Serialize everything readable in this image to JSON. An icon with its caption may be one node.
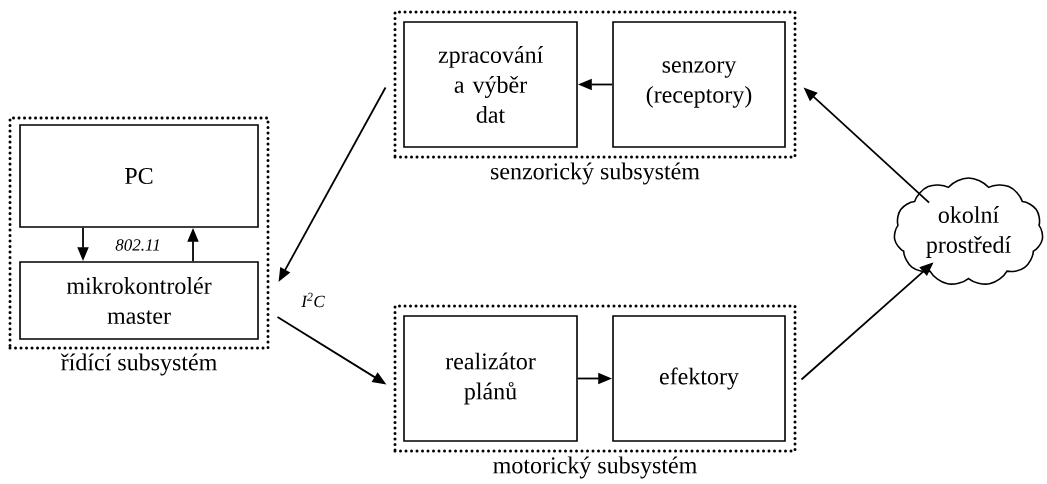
{
  "diagram": {
    "nodes": [
      {
        "text": [
          "řídící subsystém"
        ]
      },
      {
        "text": [
          "PC"
        ],
        "in": 0
      },
      {
        "text": [
          "mikrokontrolér master"
        ],
        "in": 0
      },
      {
        "text": [
          "senzorický subsystém"
        ]
      },
      {
        "text": [
          "zpracování a výběr dat"
        ],
        "in": 3
      },
      {
        "text": [
          "senzory (receptory)"
        ],
        "in": 3
      },
      {
        "text": [
          "motorický subsystém"
        ]
      },
      {
        "text": [
          "realizátor plánů"
        ],
        "in": 6
      },
      {
        "text": [
          "efektory"
        ],
        "in": 6
      },
      {
        "text": [
          "okolní prostředí"
        ]
      }
    ],
    "edges": [
      {
        "from": 1,
        "to": 2,
        "arrow": "to",
        "label": "802.11"
      },
      {
        "from": 2,
        "to": 1,
        "arrow": "to"
      },
      {
        "from": 5,
        "to": 4,
        "arrow": "to"
      },
      {
        "from": 3,
        "to": 0,
        "arrow": "to"
      },
      {
        "from": 0,
        "to": 6,
        "arrow": "to",
        "label": "I$^{2}$C"
      },
      {
        "from": 7,
        "to": 8,
        "arrow": "to"
      },
      {
        "from": 6,
        "to": 9,
        "arrow": "to"
      },
      {
        "from": 9,
        "to": 3,
        "arrow": "to"
      }
    ]
  }
}
